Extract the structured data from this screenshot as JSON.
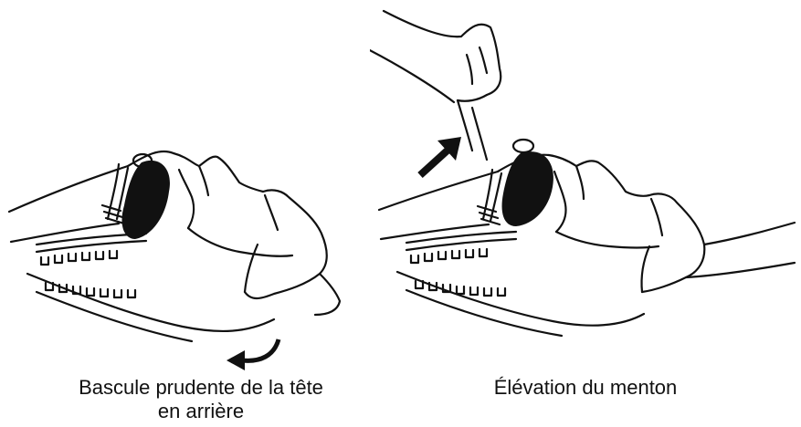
{
  "panels": [
    {
      "caption_lines": [
        "Bascule prudente de la tête",
        "en arrière"
      ]
    },
    {
      "caption_lines": [
        "Élévation du menton"
      ]
    }
  ],
  "colors": {
    "ink": "#111111",
    "background": "#ffffff"
  },
  "icons": {
    "left_arrow": "curved-arrow-icon",
    "right_arrow": "up-arrow-icon"
  }
}
